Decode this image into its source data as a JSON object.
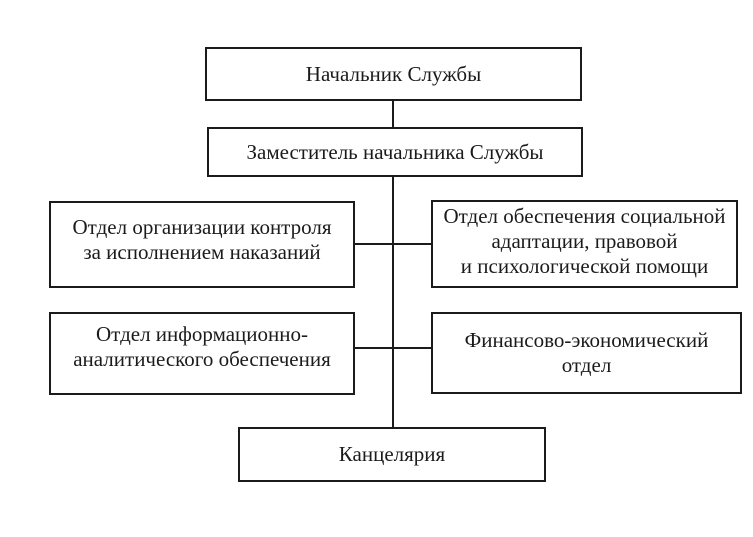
{
  "diagram": {
    "type": "org-chart",
    "colors": {
      "line": "#1b1b1b",
      "text": "#1b1b1b",
      "background": "#ffffff"
    },
    "nodes": {
      "chief": {
        "lines": [
          "Начальник Службы"
        ]
      },
      "deputy": {
        "lines": [
          "Заместитель начальника Службы"
        ]
      },
      "control": {
        "lines": [
          "Отдел организации контроля",
          "за исполнением наказаний"
        ]
      },
      "social": {
        "lines": [
          "Отдел обеспечения социальной",
          "адаптации, правовой",
          "и психологической помощи"
        ]
      },
      "info": {
        "lines": [
          "Отдел информационно-",
          "аналитического обеспечения"
        ]
      },
      "finance": {
        "lines": [
          "Финансово-экономический",
          "отдел"
        ]
      },
      "chancellery": {
        "lines": [
          "Канцелярия"
        ]
      }
    },
    "edges": [
      {
        "from": "chief",
        "to": "deputy"
      },
      {
        "from": "deputy",
        "to": "control"
      },
      {
        "from": "deputy",
        "to": "social"
      },
      {
        "from": "deputy",
        "to": "info"
      },
      {
        "from": "deputy",
        "to": "finance"
      },
      {
        "from": "deputy",
        "to": "chancellery"
      }
    ]
  }
}
